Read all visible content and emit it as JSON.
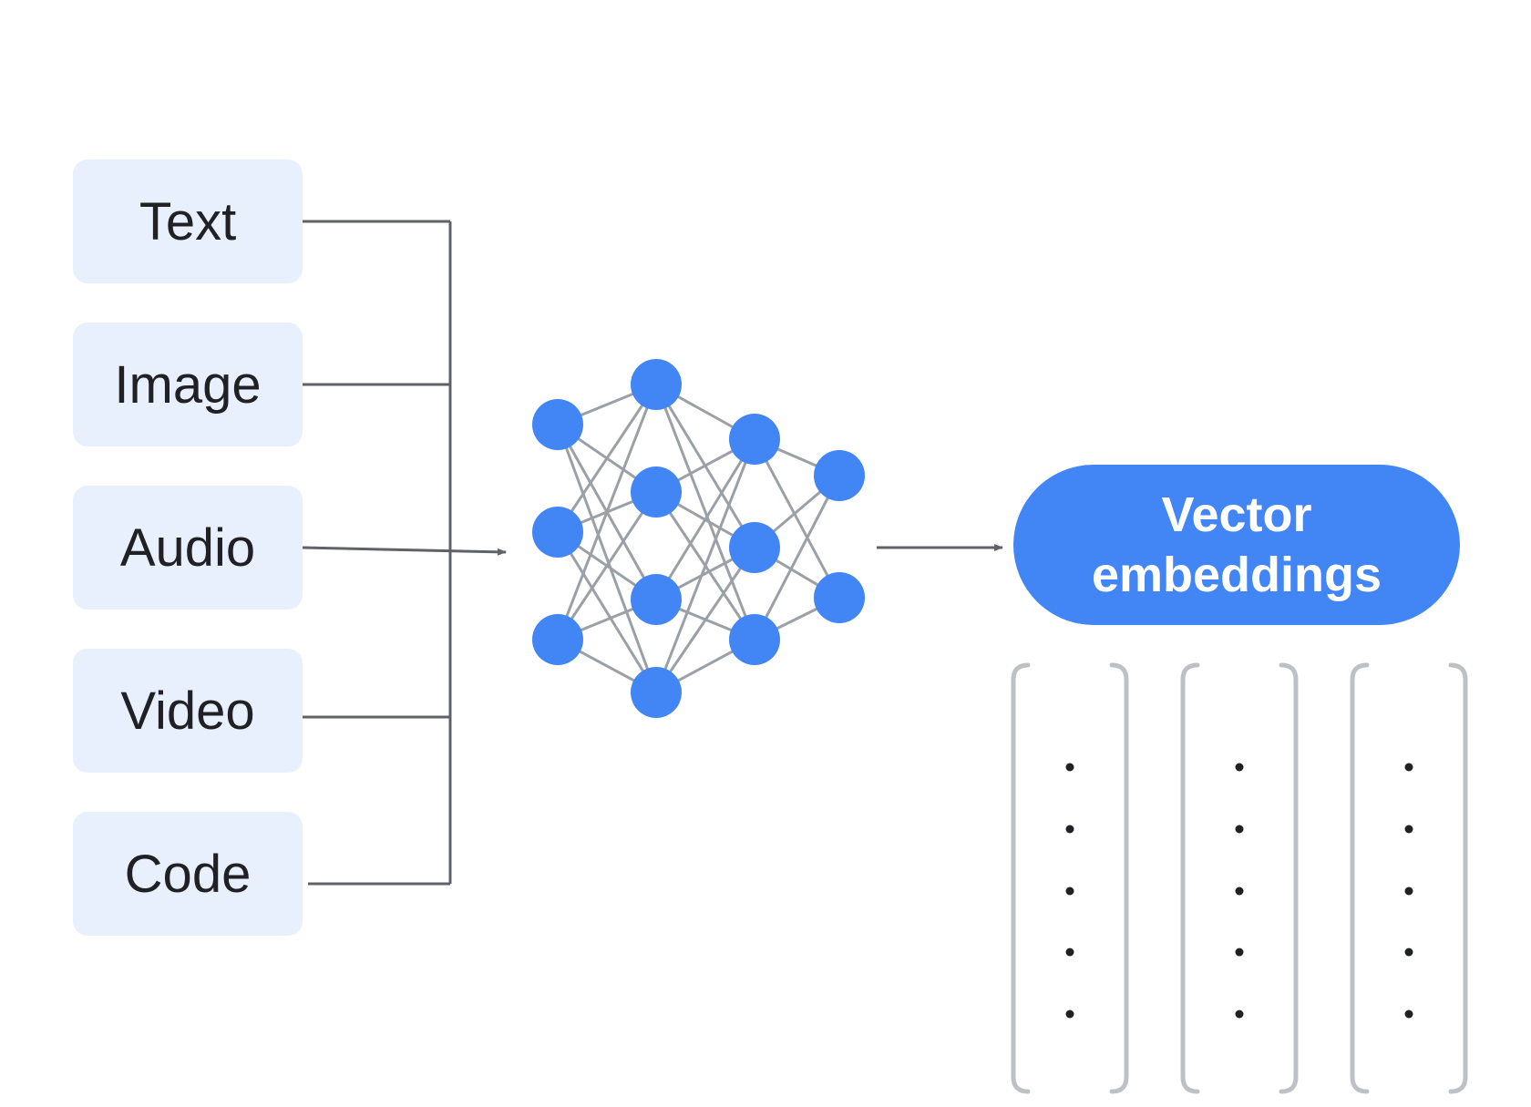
{
  "inputs": [
    "Text",
    "Image",
    "Audio",
    "Video",
    "Code"
  ],
  "output": {
    "line1": "Vector",
    "line2": "embeddings"
  },
  "vector_count": 3,
  "dots_per_vector": 5,
  "network_layers": [
    3,
    4,
    3,
    2
  ],
  "colors": {
    "input_box": "#e8f0fe",
    "input_text": "#202124",
    "connector": "#5f6368",
    "node": "#4285f4",
    "edge": "#9aa0a6",
    "pill": "#4285f4",
    "pill_text": "#ffffff",
    "bracket": "#bdc1c6",
    "dot": "#202124"
  }
}
